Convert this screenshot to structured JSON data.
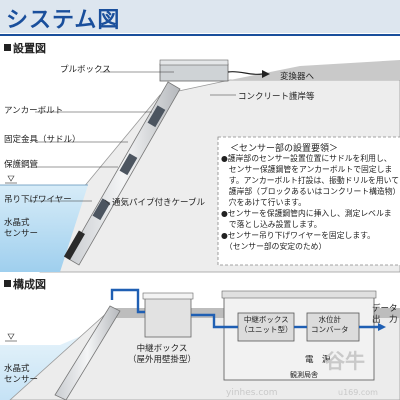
{
  "title": "システム図",
  "install": {
    "heading": "設置図",
    "labels": {
      "pull_box": "プルボックス",
      "to_converter": "変換器へ",
      "concrete": "コンクリート護岸等",
      "anchor_bolt": "アンカーボルト",
      "fixing_bracket": "固定金具（サドル）",
      "protective_pipe": "保護鋼管",
      "hanging_wire": "吊り下げワイヤー",
      "vent_cable": "通気パイプ付きケーブル",
      "crystal_sensor": "水晶式\nセンサー"
    },
    "notes": {
      "title": "＜センサー部の設置要領＞",
      "items": [
        "●護岸部のセンサー設置位置にサドルを利用し、",
        "　センサー保護鋼管をアンカーボルトで固定しま",
        "　す。アンカーボルト打設は、振動ドリルを用いて",
        "　護岸部（ブロックあるいはコンクリート構造物）に",
        "　穴をあけて行います。",
        "●センサーを保護鋼管内に挿入し、測定レベルま",
        "　で落とし込み設置します。",
        "●センサー吊り下げワイヤーを固定します。",
        "　（センサー部の安定のため）"
      ]
    }
  },
  "config": {
    "heading": "構成図",
    "labels": {
      "relay_box": "中継ボックス\n（屋外用壁掛型）",
      "crystal_sensor": "水晶式\nセンサー",
      "relay_box_unit": "中継ボックス\n（ユニット型）",
      "water_level": "水位計\nコンバータ",
      "power": "電　源",
      "data_out": "データ\n出　力",
      "station": "観測局舎"
    }
  },
  "watermark": {
    "logo": "谷牛",
    "site": "yinhes.com",
    "domain": "u169.com"
  }
}
